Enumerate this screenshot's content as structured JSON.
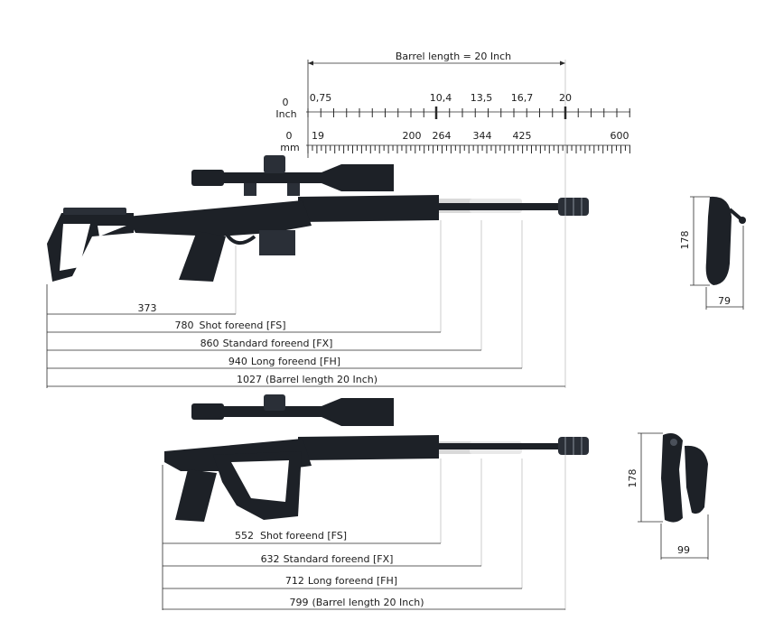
{
  "barrel_title": "Barrel length = 20 Inch",
  "ruler_inch": {
    "unit": "Inch",
    "zero": "0",
    "ticks": [
      "0,75",
      "10,4",
      "13,5",
      "16,7",
      "20"
    ]
  },
  "ruler_mm": {
    "unit": "mm",
    "zero": "0",
    "ticks": [
      "19",
      "200",
      "264",
      "344",
      "425",
      "600"
    ]
  },
  "extended": {
    "dims": [
      {
        "value": "373",
        "text": ""
      },
      {
        "value": "780",
        "text": "Shot foreend [FS]"
      },
      {
        "value": "860",
        "text": "Standard foreend [FX]"
      },
      {
        "value": "940",
        "text": "Long foreend [FH]"
      },
      {
        "value": "1027",
        "text": "(Barrel length 20 Inch)"
      }
    ],
    "side_height": "178",
    "side_width": "79"
  },
  "folded": {
    "dims": [
      {
        "value": "552",
        "text": "Shot foreend [FS]"
      },
      {
        "value": "632",
        "text": "Standard foreend [FX]"
      },
      {
        "value": "712",
        "text": "Long foreend [FH]"
      },
      {
        "value": "799",
        "text": "(Barrel length 20 Inch)"
      }
    ],
    "side_height": "178",
    "side_width": "99"
  },
  "colors": {
    "rifle": "#1d2127",
    "rifle_light": "#3a4049",
    "ghost": "#d8d8d8",
    "line": "#2a2a2a"
  }
}
